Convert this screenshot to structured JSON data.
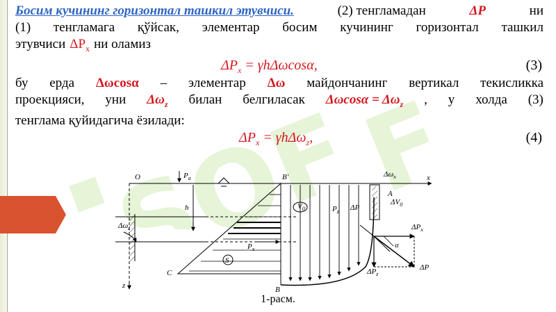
{
  "heading": {
    "title": "Босим кучининг горизонтал ташкил этувчиси.",
    "l1_rest_a": "(2) тенгламадан",
    "l1_dp": "ΔP",
    "l1_rest_b": "ни",
    "line2": [
      "(1)",
      "тенгламага",
      "қўйсак,",
      "элементар",
      "босим",
      "кучининг",
      "горизонтал",
      "ташкил"
    ],
    "l3_a": "этувчиси",
    "l3_dp": "ΔP",
    "l3_sub": "x",
    "l3_b": "ни оламиз"
  },
  "formula1": {
    "lhs": "ΔP",
    "lhs_sub": "x",
    "rhs": " = γhΔωcosα,",
    "number": "(3)"
  },
  "paragraph": {
    "p1_a": [
      "бу",
      "ерда"
    ],
    "p1_red1": "Δωcosα",
    "p1_b": [
      "–",
      "элементар"
    ],
    "p1_red2": "Δω",
    "p1_c": [
      "майдончанинг",
      "вертикал",
      "текисликка"
    ],
    "p2_a": [
      "проекцияси,",
      "уни"
    ],
    "p2_red1": "Δω",
    "p2_red1_sub": "z",
    "p2_b": [
      "билан",
      "белгиласак"
    ],
    "p2_red2": "Δωcosα = Δω",
    "p2_red2_sub": "z",
    "p2_c": [
      ",",
      "у",
      "холда",
      "(3)"
    ],
    "p3": "тенглама қуйидагича ёзилади:"
  },
  "formula2": {
    "lhs": "ΔP",
    "lhs_sub": "x",
    "rhs": " = γhΔω",
    "rhs_sub": "z",
    "tail": ",",
    "number": "(4)"
  },
  "diagram_labels": {
    "o": "O",
    "pa": "P",
    "pa_sub": "a",
    "b_prime": "B'",
    "x": "x",
    "h": "h",
    "delta_omega_z": "Δω",
    "delta_omega_z_sub": "z",
    "c": "C",
    "b": "B",
    "z": "z",
    "v0": "V",
    "v0_sub": "0",
    "s": "S",
    "px": "P",
    "px_sub": "x",
    "pz": "P",
    "pz_sub": "z",
    "dp": "ΔP",
    "dpx": "ΔP",
    "dpx_sub": "x",
    "dpz": "ΔP",
    "dpz_sub": "z",
    "d_omega_x": "Δω",
    "d_omega_x_sub": "x",
    "a": "A",
    "dv0": "ΔV",
    "dv0_sub": "0",
    "alpha": "α"
  },
  "caption": "1-расм.",
  "watermark": "SOF",
  "colors": {
    "accent_red": "#d4171e",
    "title_blue": "#2f66c4",
    "tab_red": "#d9532e",
    "watermark_green": "#8fd14f"
  }
}
